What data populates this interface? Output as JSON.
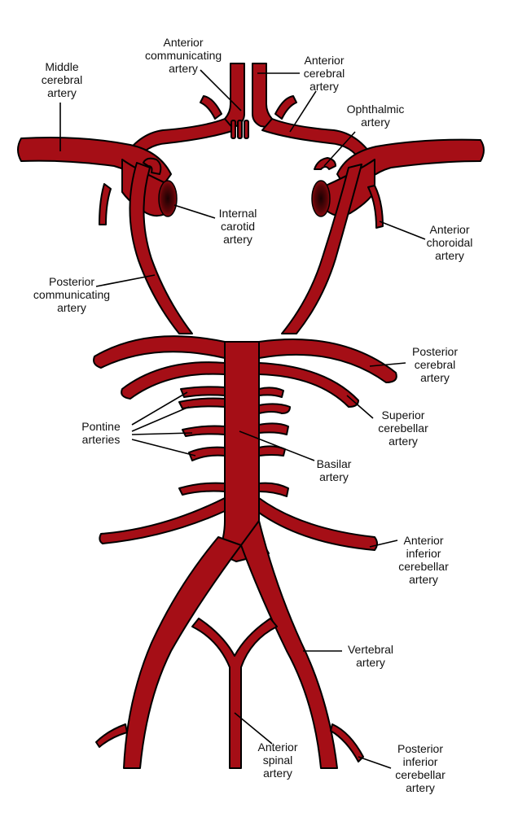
{
  "diagram": {
    "colors": {
      "artery": "#a50e16",
      "outline": "#000000",
      "lumen": "#3a0306"
    },
    "labels": {
      "anterior_communicating": [
        "Anterior",
        "communicating",
        "artery"
      ],
      "anterior_cerebral": [
        "Anterior",
        "cerebral",
        "artery"
      ],
      "middle_cerebral": [
        "Middle",
        "cerebral",
        "artery"
      ],
      "ophthalmic": [
        "Ophthalmic",
        "artery"
      ],
      "internal_carotid": [
        "Internal",
        "carotid",
        "artery"
      ],
      "anterior_choroidal": [
        "Anterior",
        "choroidal",
        "artery"
      ],
      "posterior_communicating": [
        "Posterior",
        "communicating",
        "artery"
      ],
      "posterior_cerebral": [
        "Posterior",
        "cerebral",
        "artery"
      ],
      "superior_cerebellar": [
        "Superior",
        "cerebellar",
        "artery"
      ],
      "pontine": [
        "Pontine",
        "arteries"
      ],
      "basilar": [
        "Basilar",
        "artery"
      ],
      "anterior_inferior_cerebellar": [
        "Anterior",
        "inferior",
        "cerebellar",
        "artery"
      ],
      "vertebral": [
        "Vertebral",
        "artery"
      ],
      "anterior_spinal": [
        "Anterior",
        "spinal",
        "artery"
      ],
      "posterior_inferior_cerebellar": [
        "Posterior",
        "inferior",
        "cerebellar",
        "artery"
      ]
    }
  }
}
